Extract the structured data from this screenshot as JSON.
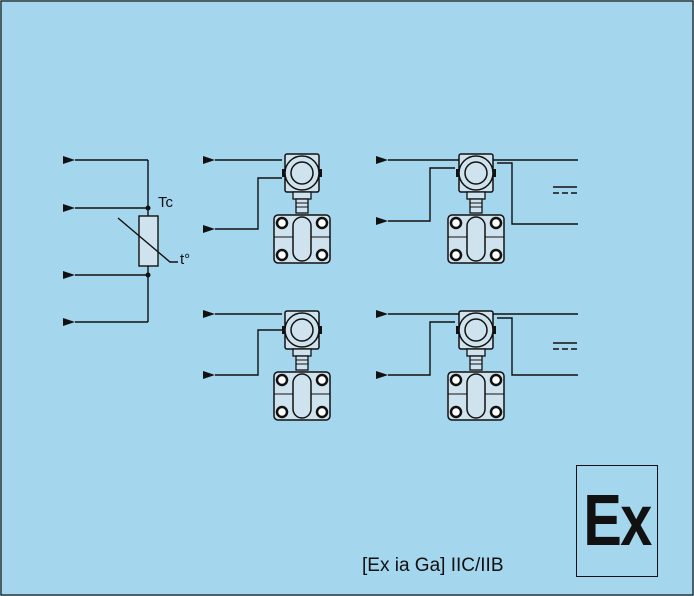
{
  "colors": {
    "background": "#a4d6ee",
    "ink": "#111111",
    "device_fill": "#cfe3ee"
  },
  "labels": {
    "tc": "Tc",
    "temperature": "t°",
    "ex_rating": "[Ex ia Ga] IIC/IIB",
    "ex_mark": "Ex"
  },
  "icons": {
    "transmitter": "pressure-transmitter-icon",
    "sensor": "thermistor-icon",
    "dc_symbol": "dc-power-icon"
  }
}
